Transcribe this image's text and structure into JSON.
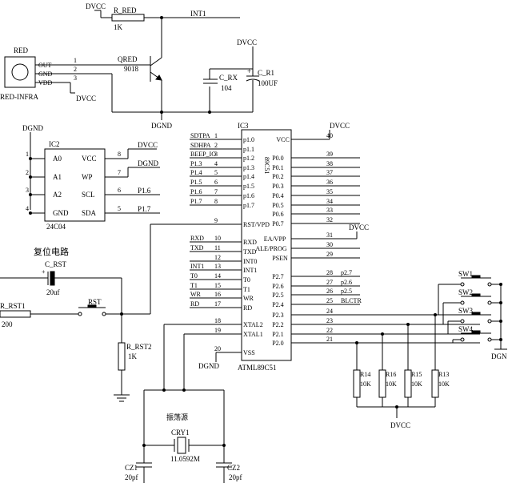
{
  "labels": {
    "dvcc": "DVCC",
    "dgnd": "DGND",
    "dgn": "DGN",
    "r_red": "R_RED",
    "r_red_val": "1K",
    "int1_net": "INT1",
    "qred": "QRED",
    "qred_part": "9018",
    "red": "RED",
    "red_infra": "RED-INFRA",
    "out": "OUT",
    "gnd": "GND",
    "vdd": "VDD",
    "pin1": "1",
    "pin2": "2",
    "pin3": "3",
    "c_rx": "C_RX",
    "c_rx_val": "104",
    "c_r1": "C_R1",
    "c_r1_val": "100UF",
    "plus": "+",
    "ic2": "IC2",
    "ic2_part": "24C04",
    "ic3": "IC3",
    "ic3_part": "ATML89C51",
    "ic3_body": "89C51",
    "reset_title": "复位电路",
    "c_rst": "C_RST",
    "c_rst_val": "20uf",
    "r_rst1": "R_RST1",
    "r_rst1_val": "200",
    "rst": "RST",
    "r_rst2": "R_RST2",
    "r_rst2_val": "1K",
    "osc_title": "振荡源",
    "cry1": "CRY1",
    "cry1_val": "11.0592M",
    "cz1": "CZ1",
    "cz1_val": "20pf",
    "cz2": "CZ2",
    "cz2_val": "20pf",
    "sw1": "SW1",
    "sw2": "SW2",
    "sw3": "SW3",
    "sw4": "SW4",
    "r14": "R14",
    "r16": "R16",
    "r15": "R15",
    "r13": "R13",
    "r10k": "10K",
    "dvcc_bottom": "DVCC"
  },
  "ic2_pins": [
    {
      "num": "1",
      "name": "A0"
    },
    {
      "num": "2",
      "name": "A1"
    },
    {
      "num": "3",
      "name": "A2"
    },
    {
      "num": "4",
      "name": "GND"
    },
    {
      "num": "8",
      "name": "VCC"
    },
    {
      "num": "7",
      "name": "WP"
    },
    {
      "num": "6",
      "name": "SCL"
    },
    {
      "num": "5",
      "name": "SDA"
    }
  ],
  "ic2_nets": {
    "vcc": "DVCC",
    "wp": "DGND",
    "scl": "P1.6",
    "sda": "P1.7",
    "dgnd": "DGND"
  },
  "ic3_left": [
    {
      "net": "SDTPA",
      "num": "1",
      "pin": "p1.0"
    },
    {
      "net": "SDHPA",
      "num": "2",
      "pin": "p1.1"
    },
    {
      "net": "BEEP_IO",
      "num": "3",
      "pin": "p1.2"
    },
    {
      "net": "P1.3",
      "num": "4",
      "pin": "p1.3"
    },
    {
      "net": "P1.4",
      "num": "5",
      "pin": "p1.4"
    },
    {
      "net": "P1.5",
      "num": "6",
      "pin": "p1.5"
    },
    {
      "net": "P1.6",
      "num": "7",
      "pin": "p1.6"
    },
    {
      "net": "P1.7",
      "num": "8",
      "pin": "p1.7"
    },
    {
      "net": "",
      "num": "9",
      "pin": "RST/VPD"
    },
    {
      "net": "RXD",
      "num": "10",
      "pin": "RXD"
    },
    {
      "net": "TXD",
      "num": "11",
      "pin": "TXD"
    },
    {
      "net": "",
      "num": "12",
      "pin": "INT0"
    },
    {
      "net": "INT1",
      "num": "13",
      "pin": "INT1"
    },
    {
      "net": "T0",
      "num": "14",
      "pin": "T0"
    },
    {
      "net": "T1",
      "num": "15",
      "pin": "T1"
    },
    {
      "net": "WR",
      "num": "16",
      "pin": "WR"
    },
    {
      "net": "RD",
      "num": "17",
      "pin": "RD"
    },
    {
      "net": "",
      "num": "18",
      "pin": "XTAL2"
    },
    {
      "net": "",
      "num": "19",
      "pin": "XTAL1"
    },
    {
      "net": "DGND",
      "num": "20",
      "pin": "VSS"
    }
  ],
  "ic3_right": [
    {
      "pin": "VCC",
      "num": "40",
      "net": "DVCC"
    },
    {
      "pin": "P0.0",
      "num": "39",
      "net": ""
    },
    {
      "pin": "P0.1",
      "num": "38",
      "net": ""
    },
    {
      "pin": "P0.2",
      "num": "37",
      "net": ""
    },
    {
      "pin": "P0.3",
      "num": "36",
      "net": ""
    },
    {
      "pin": "P0.4",
      "num": "35",
      "net": ""
    },
    {
      "pin": "P0.5",
      "num": "34",
      "net": ""
    },
    {
      "pin": "P0.6",
      "num": "33",
      "net": ""
    },
    {
      "pin": "P0.7",
      "num": "32",
      "net": ""
    },
    {
      "pin": "EA/VPP",
      "num": "31",
      "net": "DVCC"
    },
    {
      "pin": "ALE/PROG",
      "num": "30",
      "net": ""
    },
    {
      "pin": "PSEN",
      "num": "29",
      "net": ""
    },
    {
      "pin": "P2.7",
      "num": "28",
      "net": "p2.7"
    },
    {
      "pin": "P2.6",
      "num": "27",
      "net": "p2.6"
    },
    {
      "pin": "P2.5",
      "num": "26",
      "net": "p2.5"
    },
    {
      "pin": "P2.4",
      "num": "25",
      "net": "BLCTR"
    },
    {
      "pin": "P2.3",
      "num": "24",
      "net": ""
    },
    {
      "pin": "P2.2",
      "num": "23",
      "net": ""
    },
    {
      "pin": "P2.1",
      "num": "22",
      "net": ""
    },
    {
      "pin": "P2.0",
      "num": "21",
      "net": ""
    }
  ]
}
